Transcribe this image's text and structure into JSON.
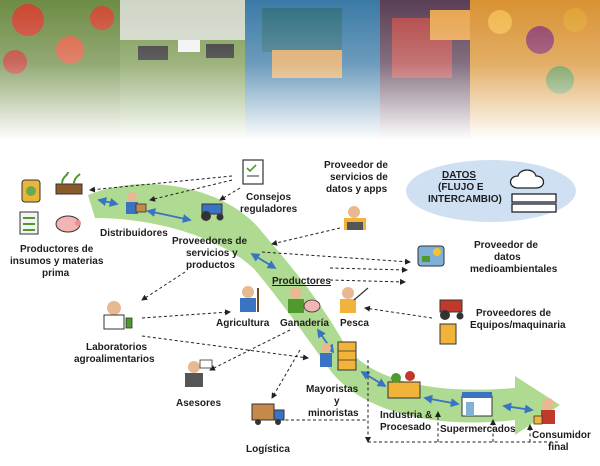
{
  "labels": {
    "datos_title": "DATOS",
    "datos_sub1": "(FLUJO E",
    "datos_sub2": "INTERCAMBIO)",
    "productores_insumos_1": "Productores de",
    "productores_insumos_2": "insumos y materias",
    "productores_insumos_3": "prima",
    "distribuidores": "Distribuidores",
    "consejos_1": "Consejos",
    "consejos_2": "reguladores",
    "proveedor_datos_1": "Proveedor de",
    "proveedor_datos_2": "servicios de",
    "proveedor_datos_3": "datos y apps",
    "proveedores_servicios_1": "Proveedores de",
    "proveedores_servicios_2": "servicios y",
    "proveedores_servicios_3": "productos",
    "productores": "Productores",
    "proveedor_medio_1": "Proveedor de",
    "proveedor_medio_2": "datos",
    "proveedor_medio_3": "medioambientales",
    "laboratorios_1": "Laboratorios",
    "laboratorios_2": "agroalimentarios",
    "agricultura": "Agricultura",
    "ganaderia": "Ganadería",
    "pesca": "Pesca",
    "proveedores_equipos_1": "Proveedores de",
    "proveedores_equipos_2": "Equipos/maquinaria",
    "asesores": "Asesores",
    "mayoristas_1": "Mayoristas",
    "mayoristas_2": "y",
    "mayoristas_3": "minoristas",
    "industria_1": "Industria &",
    "industria_2": "Procesado",
    "supermercados": "Supermercados",
    "consumidor_1": "Consumidor",
    "consumidor_2": "final",
    "logistica": "Logística"
  },
  "colors": {
    "flow_band": "#a6d685",
    "data_arrow": "#3a72c4",
    "dashed_arrow": "#222222",
    "cloud": "#cfe0f3"
  },
  "icons": [
    "seed-bag-icon",
    "seedling-tray-icon",
    "crop-rows-icon",
    "pig-icon",
    "delivery-person-icon",
    "tractor-icon",
    "regulation-checklist-icon",
    "data-analyst-icon",
    "cloud-server-icon",
    "weather-data-icon",
    "lab-scientist-icon",
    "farmer-icon",
    "livestock-farmer-icon",
    "fisherman-icon",
    "machinery-icon",
    "advisor-icon",
    "wholesaler-icon",
    "processing-plant-icon",
    "supermarket-icon",
    "consumer-icon",
    "logistics-truck-icon"
  ]
}
